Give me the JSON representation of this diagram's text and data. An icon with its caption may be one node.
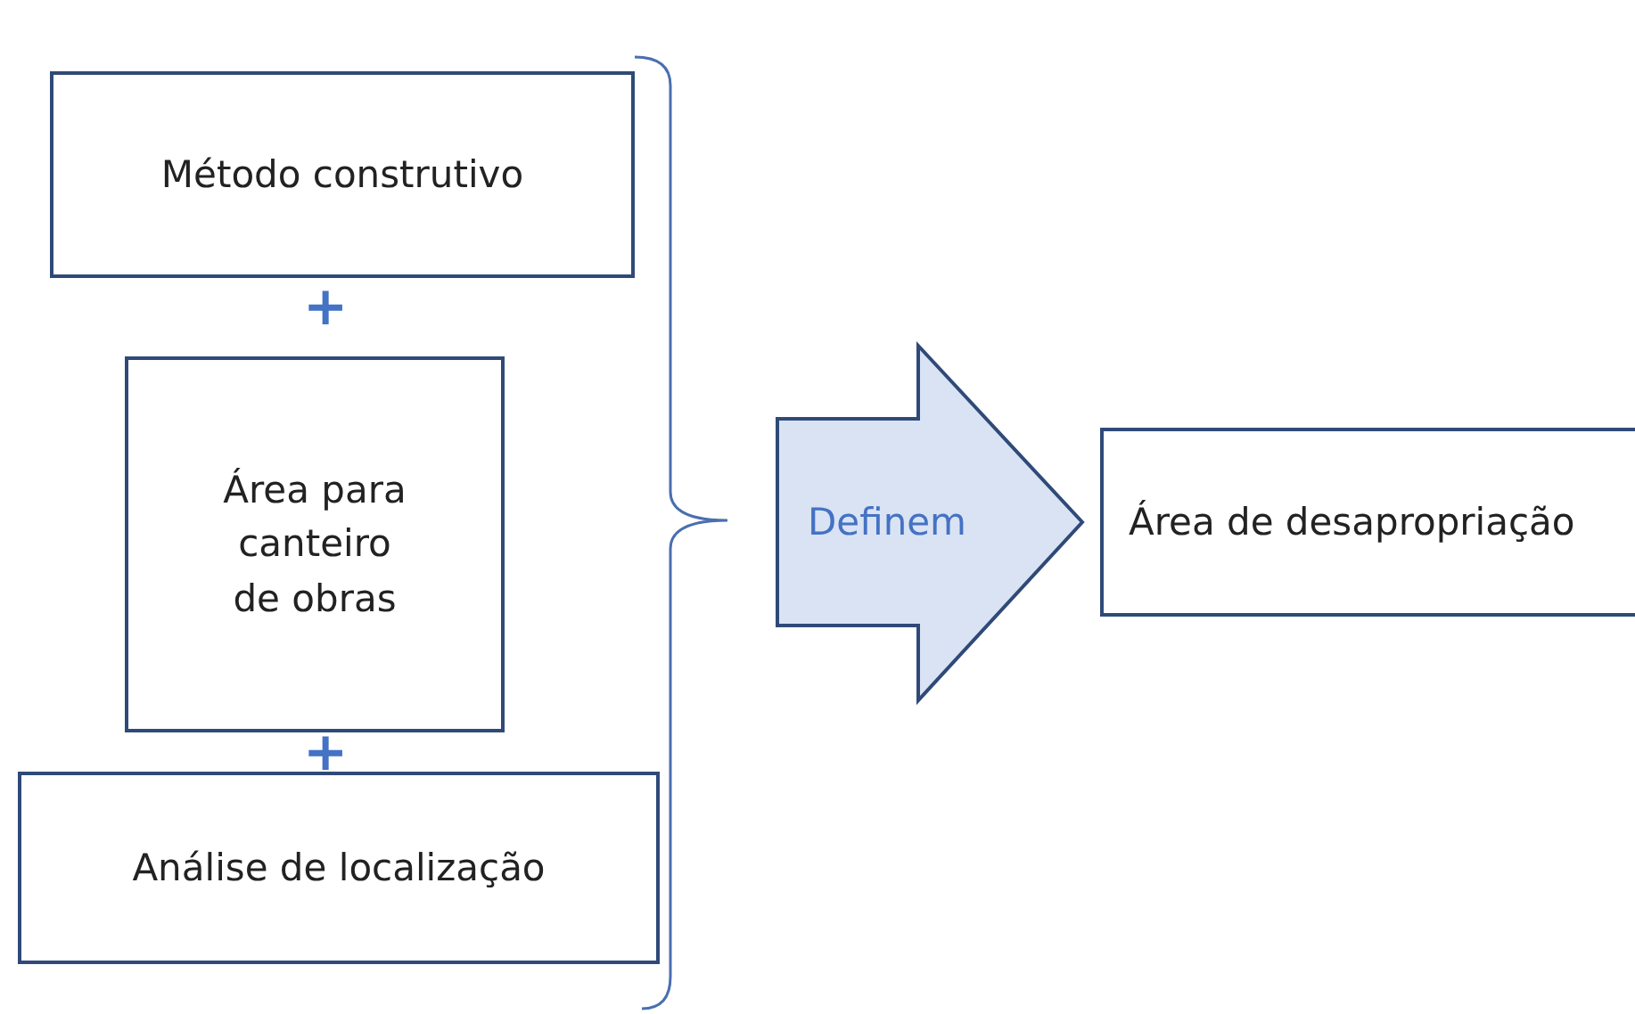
{
  "diagram": {
    "nodes": [
      {
        "text": [
          "Método construtivo"
        ]
      },
      {
        "text": [
          "Área para canteiro de obras"
        ]
      },
      {
        "text": [
          "Análise de localização"
        ]
      },
      {
        "text": [
          "Definem"
        ]
      },
      {
        "text": [
          "Área de desapropriação"
        ]
      }
    ],
    "labels": [
      "+",
      "+"
    ]
  }
}
